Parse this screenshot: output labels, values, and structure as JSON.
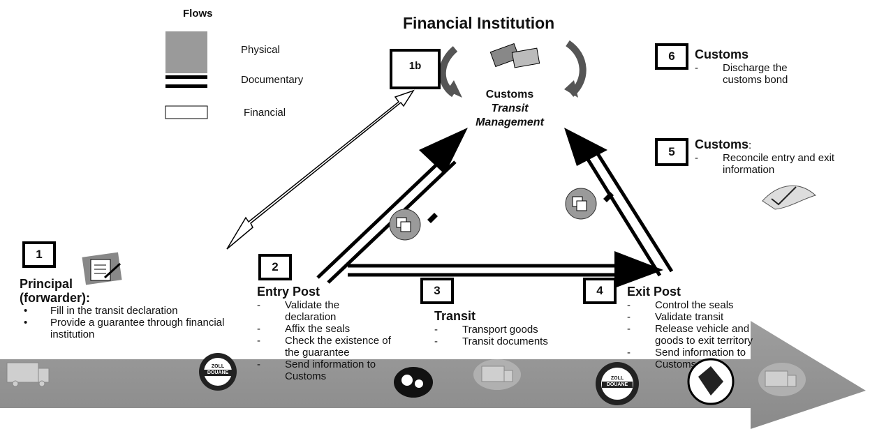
{
  "legend": {
    "title": "Flows",
    "items": [
      {
        "label": "Physical"
      },
      {
        "label": "Documentary"
      },
      {
        "label": "Financial"
      }
    ]
  },
  "center": {
    "title": "Financial Institution",
    "label_line1": "Customs",
    "label_line2": "Transit",
    "label_line3": "Management"
  },
  "boxes": {
    "b1": "1",
    "b1b": "1b",
    "b2": "2",
    "b3": "3",
    "b4": "4",
    "b5": "5",
    "b6": "6"
  },
  "principal": {
    "title_line1": "Principal",
    "title_line2": "(forwarder):",
    "items": [
      "Fill in the transit declaration",
      "Provide a guarantee through financial institution"
    ]
  },
  "entry_post": {
    "title": "Entry Post",
    "items": [
      "Validate the declaration",
      "Affix the seals",
      "Check the existence of the guarantee",
      "Send information to Customs"
    ]
  },
  "transit": {
    "title": "Transit",
    "items": [
      "Transport goods",
      "Transit documents"
    ]
  },
  "exit_post": {
    "title": "Exit Post",
    "items": [
      "Control the seals",
      "Validate transit",
      "Release vehicle and goods to exit territory",
      "Send information to Customs"
    ]
  },
  "customs5": {
    "title": "Customs",
    "suffix": ":",
    "items": [
      "Reconcile entry and exit information"
    ]
  },
  "customs6": {
    "title": "Customs",
    "items": [
      "Discharge the customs bond"
    ]
  },
  "stamp": {
    "line1": "ZOLL",
    "line2": "DOUANE"
  }
}
